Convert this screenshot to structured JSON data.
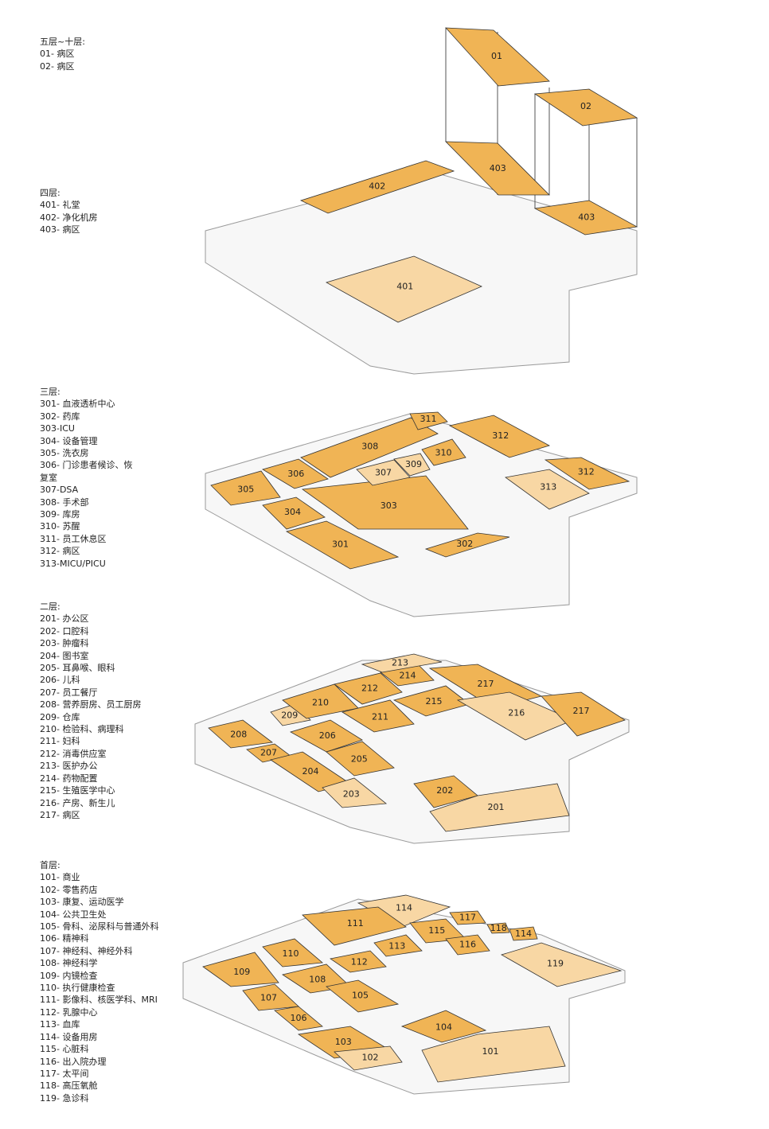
{
  "colors": {
    "dark": "#f0b455",
    "light": "#f8d7a4",
    "outline": "#9a9a9a"
  },
  "legends": [
    {
      "title": "五层~十层:",
      "items": [
        "01- 病区",
        "02- 病区"
      ]
    },
    {
      "title": "四层:",
      "items": [
        "401- 礼堂",
        "402- 净化机房",
        "403- 病区"
      ]
    },
    {
      "title": "三层:",
      "items": [
        "301- 血液透析中心",
        "302- 药库",
        "303-ICU",
        "304- 设备管理",
        "305- 洗衣房",
        "306- 门诊患者候诊、恢",
        "复室",
        "307-DSA",
        "308- 手术部",
        "309- 库房",
        "310- 苏醒",
        "311- 员工休息区",
        "312- 病区",
        "313-MICU/PICU"
      ]
    },
    {
      "title": "二层:",
      "items": [
        "201- 办公区",
        "202- 口腔科",
        "203- 肿瘤科",
        "204- 图书室",
        "205- 耳鼻喉、眼科",
        "206- 儿科",
        "207- 员工餐厅",
        "208- 营养厨房、员工厨房",
        "209- 仓库",
        "210- 检验科、病理科",
        "211- 妇科",
        "212- 消毒供应室",
        "213- 医护办公",
        "214- 药物配置",
        "215- 生殖医学中心",
        "216- 产房、新生儿",
        "217- 病区"
      ]
    },
    {
      "title": "首层:",
      "items": [
        "101- 商业",
        "102- 零售药店",
        "103- 康复、运动医学",
        "104- 公共卫生处",
        "105- 骨科、泌尿科与普通外科",
        "106- 精神科",
        "107- 神经科、神经外科",
        "108- 神经科学",
        "109- 内镜检查",
        "110- 执行健康检查",
        "111- 影像科、核医学科、MRI",
        "112- 乳腺中心",
        "113- 血库",
        "114- 设备用房",
        "115- 心脏科",
        "116- 出入院办理",
        "117- 太平间",
        "118- 高压氧舱",
        "119- 急诊科"
      ]
    }
  ],
  "rooms": [
    {
      "label": "01",
      "tone": "dark"
    },
    {
      "label": "02",
      "tone": "dark"
    },
    {
      "label": "403",
      "tone": "dark"
    },
    {
      "label": "403",
      "tone": "dark"
    },
    {
      "label": "402",
      "tone": "dark"
    },
    {
      "label": "401",
      "tone": "light"
    },
    {
      "label": "308",
      "tone": "dark"
    },
    {
      "label": "306",
      "tone": "dark"
    },
    {
      "label": "305",
      "tone": "dark"
    },
    {
      "label": "304",
      "tone": "dark"
    },
    {
      "label": "303",
      "tone": "dark"
    },
    {
      "label": "301",
      "tone": "dark"
    },
    {
      "label": "307",
      "tone": "light"
    },
    {
      "label": "309",
      "tone": "light"
    },
    {
      "label": "310",
      "tone": "dark"
    },
    {
      "label": "311",
      "tone": "dark"
    },
    {
      "label": "312",
      "tone": "dark"
    },
    {
      "label": "312",
      "tone": "dark"
    },
    {
      "label": "313",
      "tone": "light"
    },
    {
      "label": "302",
      "tone": "dark"
    },
    {
      "label": "208",
      "tone": "dark"
    },
    {
      "label": "207",
      "tone": "dark"
    },
    {
      "label": "209",
      "tone": "light"
    },
    {
      "label": "210",
      "tone": "dark"
    },
    {
      "label": "206",
      "tone": "dark"
    },
    {
      "label": "205",
      "tone": "dark"
    },
    {
      "label": "204",
      "tone": "dark"
    },
    {
      "label": "203",
      "tone": "light"
    },
    {
      "label": "212",
      "tone": "dark"
    },
    {
      "label": "211",
      "tone": "dark"
    },
    {
      "label": "214",
      "tone": "dark"
    },
    {
      "label": "213",
      "tone": "light"
    },
    {
      "label": "215",
      "tone": "dark"
    },
    {
      "label": "217",
      "tone": "dark"
    },
    {
      "label": "216",
      "tone": "light"
    },
    {
      "label": "217",
      "tone": "dark"
    },
    {
      "label": "202",
      "tone": "dark"
    },
    {
      "label": "201",
      "tone": "light"
    },
    {
      "label": "114",
      "tone": "light"
    },
    {
      "label": "117",
      "tone": "dark"
    },
    {
      "label": "118",
      "tone": "dark"
    },
    {
      "label": "114",
      "tone": "dark"
    },
    {
      "label": "111",
      "tone": "dark"
    },
    {
      "label": "110",
      "tone": "dark"
    },
    {
      "label": "109",
      "tone": "dark"
    },
    {
      "label": "115",
      "tone": "dark"
    },
    {
      "label": "113",
      "tone": "dark"
    },
    {
      "label": "112",
      "tone": "dark"
    },
    {
      "label": "116",
      "tone": "dark"
    },
    {
      "label": "119",
      "tone": "light"
    },
    {
      "label": "108",
      "tone": "dark"
    },
    {
      "label": "105",
      "tone": "dark"
    },
    {
      "label": "107",
      "tone": "dark"
    },
    {
      "label": "106",
      "tone": "dark"
    },
    {
      "label": "103",
      "tone": "dark"
    },
    {
      "label": "102",
      "tone": "light"
    },
    {
      "label": "104",
      "tone": "dark"
    },
    {
      "label": "101",
      "tone": "light"
    }
  ]
}
